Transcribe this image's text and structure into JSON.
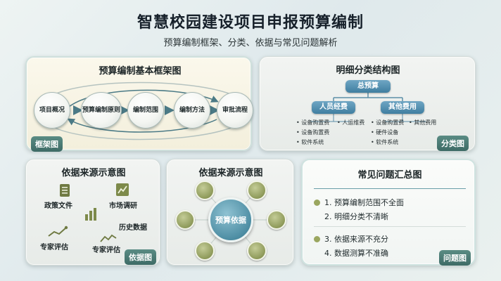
{
  "title": "智慧校园建设项目申报预算编制",
  "subtitle": "预算编制框架、分类、依据与常见问题解析",
  "framework": {
    "title": "预算编制基本框架图",
    "steps": [
      "项目概况",
      "预算编制原则",
      "编制范围",
      "编制方法",
      "审批流程"
    ],
    "tag": "框架图"
  },
  "classification": {
    "title": "明细分类结构图",
    "root": "总预算",
    "branches": [
      {
        "label": "人员经费",
        "items": [
          "设备购置费",
          "设备购置费",
          "软件系统"
        ],
        "side": "人运维费"
      },
      {
        "label": "其他费用",
        "items": [
          "设备购置费",
          "硬件设备",
          "软件系统"
        ],
        "side": "其他费用"
      }
    ],
    "tag": "分类图"
  },
  "sources_left": {
    "title": "依据来源示意图",
    "items": [
      "政策文件",
      "市场调研",
      "历史数据",
      "专家评估",
      "专家评估"
    ],
    "icons": [
      "document-icon",
      "survey-icon",
      "bar-chart-icon",
      "trend-line-icon",
      "line-chart-icon"
    ],
    "tag": "依据图"
  },
  "sources_center": {
    "title": "依据来源示意图",
    "hub": "预算依据",
    "icons": [
      "person-icon",
      "person-icon",
      "building-icon",
      "person-icon",
      "person-icon",
      "person-icon"
    ]
  },
  "faq": {
    "title": "常见问题汇总图",
    "group1": [
      "1. 预算编制范围不全面",
      "2. 明细分类不清晰"
    ],
    "group2": [
      "3. 依据来源不充分",
      "4. 数据测算不准确"
    ],
    "tag": "问题图"
  },
  "colors": {
    "accent": "#3f7ea0",
    "tag": "#4a7a73",
    "olive": "#8e9a5a"
  }
}
